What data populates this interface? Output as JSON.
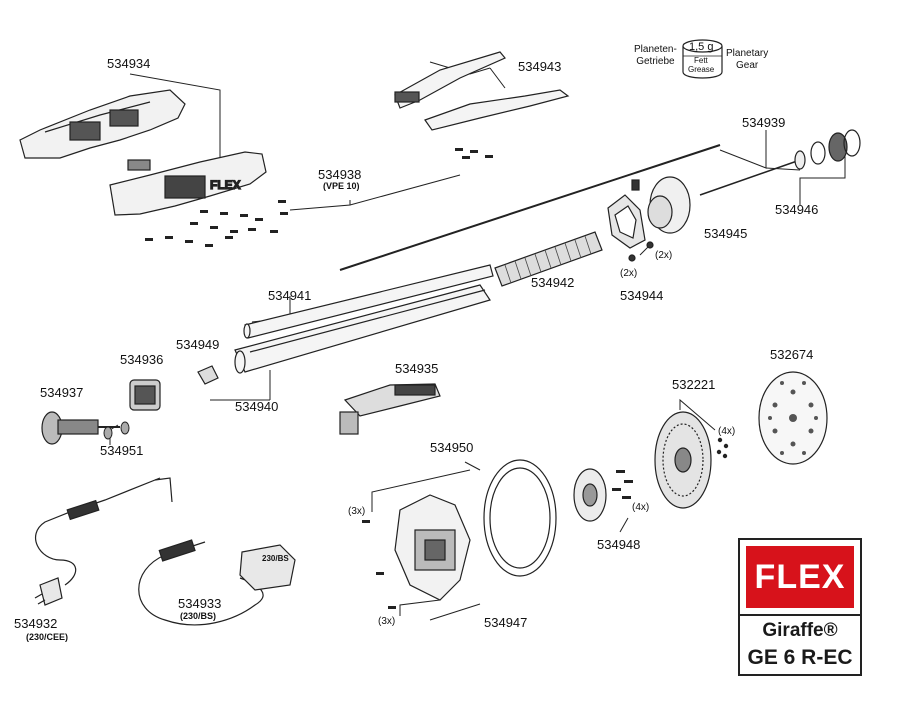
{
  "parts": {
    "p534934": "534934",
    "p534943": "534943",
    "p534939": "534939",
    "p534938": "534938",
    "p534938_note": "(VPE 10)",
    "p534946": "534946",
    "p534945": "534945",
    "p534942": "534942",
    "p534944": "534944",
    "p534941": "534941",
    "p534936": "534936",
    "p534949": "534949",
    "p534937": "534937",
    "p534940": "534940",
    "p534951": "534951",
    "p534935": "534935",
    "p532674": "532674",
    "p532221": "532221",
    "p534950": "534950",
    "p534948": "534948",
    "p534932": "534932",
    "p534932_note": "(230/CEE)",
    "p534933": "534933",
    "p534933_note": "(230/BS)",
    "p534947": "534947"
  },
  "quantities": {
    "q2x_a": "(2x)",
    "q2x_b": "(2x)",
    "q4x_a": "(4x)",
    "q4x_b": "(4x)",
    "q3x_a": "(3x)",
    "q3x_b": "(3x)"
  },
  "grease": {
    "left_line1": "Planeten-",
    "left_line2": "Getriebe",
    "amount": "1,5 g",
    "fett": "Fett",
    "grease": "Grease",
    "right_line1": "Planetary",
    "right_line2": "Gear"
  },
  "plug_label": "230/BS",
  "brand": {
    "logo": "FLEX",
    "product_name": "Giraffe®",
    "model": "GE 6 R-EC"
  }
}
